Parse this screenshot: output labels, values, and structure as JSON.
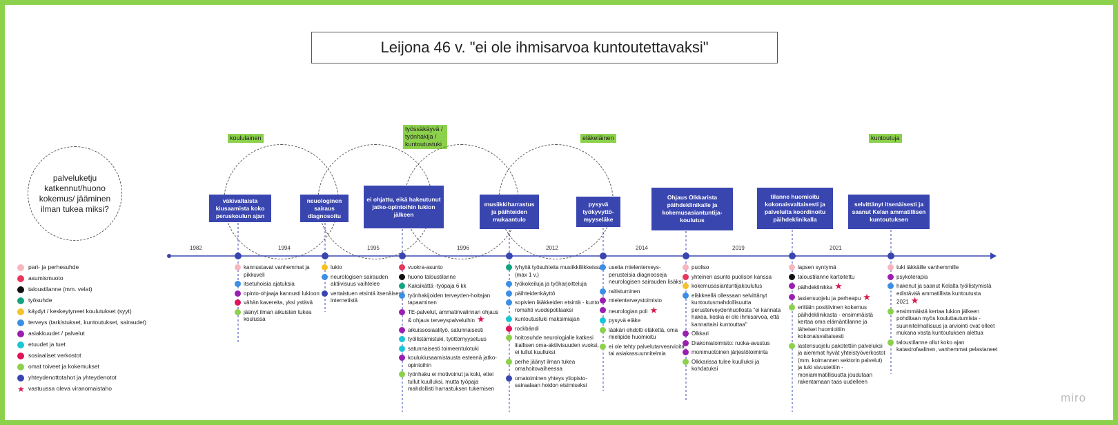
{
  "title": "Leijona 46 v. \"ei ole ihmisarvoa kuntoutettavaksi\"",
  "question_circle": "palveluketju katkennut/huono kokemus/ jääminen ilman tukea miksi?",
  "phases": [
    {
      "label": "koululainen"
    },
    {
      "label": "työssäkäyvä / työnhakija / kuntoutustuki"
    },
    {
      "label": "eläkeläinen"
    },
    {
      "label": "kuntoutuja"
    }
  ],
  "events": [
    {
      "label": "väkivaltaista kiusaamista koko peruskoulun ajan"
    },
    {
      "label": "neuologinen sairaus diagnosoitu"
    },
    {
      "label": "ei ohjattu, eikä hakeutunut jatko-opintoihin lukion jälkeen"
    },
    {
      "label": "musiikkiharrastus ja päihteiden mukaantulo"
    },
    {
      "label": "pysyvä työkyvyttö-myyseläke"
    },
    {
      "label": "Ohjaus Olkkarista päihdeklinikalle ja kokemusasiantuntija-koulutus"
    },
    {
      "label": "tilanne huomioitu kokonaisvaltaisesti ja palveluita koordinoitu päihdeklinikalla"
    },
    {
      "label": "selvittänyt itsenäisesti ja saanut Kelan ammatillisen kuntoutuksen"
    }
  ],
  "years": [
    "1982",
    "1994",
    "1995",
    "1996",
    "2012",
    "2014",
    "2019",
    "2021"
  ],
  "colors": {
    "pink": "#f7b6bd",
    "red": "#e8365d",
    "black": "#111111",
    "teal": "#12a37f",
    "yellow": "#f6c12a",
    "blue": "#3b8fe4",
    "purple": "#9a1fb0",
    "cyan": "#19c6d6",
    "crimson": "#e0145a",
    "green": "#8cd14b",
    "indigo": "#3a46b0",
    "star": "#d8194f",
    "border": "#8cd14b"
  },
  "legend": [
    {
      "label": "pari- ja perhesuhde",
      "color": "pink"
    },
    {
      "label": "asumismuoto",
      "color": "red"
    },
    {
      "label": "taloustilanne (mm. velat)",
      "color": "black"
    },
    {
      "label": "työsuhde",
      "color": "teal"
    },
    {
      "label": "käydyt / keskeytyneet koulutukset (syyt)",
      "color": "yellow"
    },
    {
      "label": "terveys (tarkistukset, kuntoutukset, sairaudet)",
      "color": "blue"
    },
    {
      "label": "asiakkuudet / palvelut",
      "color": "purple"
    },
    {
      "label": "etuudet ja tuet",
      "color": "cyan"
    },
    {
      "label": "sosiaaliset verkostot",
      "color": "crimson"
    },
    {
      "label": "omat toiveet ja kokemukset",
      "color": "green"
    },
    {
      "label": "yhteydenottotahot ja yhteydenotot",
      "color": "indigo"
    },
    {
      "label": "vastuussa oleva viranomaistaho",
      "color": "star"
    }
  ],
  "columns": [
    {
      "items": [
        {
          "text": "kannustavat vanhemmat ja pikkuveli",
          "color": "pink"
        },
        {
          "text": "itsetuhoisia ajatuksia",
          "color": "blue"
        },
        {
          "text": "opinto-ohjaaja kannusti lukioon",
          "color": "purple"
        },
        {
          "text": "vähän kavereita, yksi ystävä",
          "color": "crimson"
        },
        {
          "text": "jäänyt ilman aikuisten tukea koulussa",
          "color": "green"
        }
      ]
    },
    {
      "items": [
        {
          "text": "lukio",
          "color": "yellow"
        },
        {
          "text": "neurologisen sairauden aktiivisuus vaihtelee",
          "color": "blue"
        },
        {
          "text": "vertaistuen etsintä itsenäisesti internetistä",
          "color": "indigo"
        }
      ]
    },
    {
      "items": [
        {
          "text": "vuokra-asunto",
          "color": "red"
        },
        {
          "text": "huono taloustilanne",
          "color": "black"
        },
        {
          "text": "Kaksikättä -työpaja 6 kk",
          "color": "teal"
        },
        {
          "text": "työnhakijoiden terveyden-hoitajan tapaaminen",
          "color": "blue"
        },
        {
          "text": "TE-palvelut, ammatinvalinnan ohjaus & ohjaus terveyspalveluihin",
          "color": "purple",
          "star": true
        },
        {
          "text": "aikuissosiaalityö, satunnaisesti",
          "color": "purple"
        },
        {
          "text": "työllistämistuki, työttömyysetuus",
          "color": "cyan"
        },
        {
          "text": "satunnaisesti toimeentulotuki",
          "color": "cyan"
        },
        {
          "text": "koulukiusaamistausta esteenä jatko-opintoihin",
          "color": "purple"
        },
        {
          "text": "työnhaku ei motivoinut ja koki, ettei tullut kuulluksi, mutta työpaja mahdollisti harrastuksen tukemisen",
          "color": "green"
        }
      ]
    },
    {
      "items": [
        {
          "text": "lyhyitä työsuhteita musiikkiliikkeissä (max 1 v.)",
          "color": "teal"
        },
        {
          "text": "työkokeiluja ja työharjoitteluja",
          "color": "blue"
        },
        {
          "text": "päihteidenkäyttö",
          "color": "blue"
        },
        {
          "text": "sopivien lääkkeiden etsintä - kunto romahti vuodepotilaaksi",
          "color": "blue"
        },
        {
          "text": "kuntoutustuki maksimiajan",
          "color": "cyan"
        },
        {
          "text": "rockbändi",
          "color": "crimson"
        },
        {
          "text": "hoitosuhde neurologialle katkesi liiallisen oma-aktiivisuuden vuoksi, ei tullut kuulluksi",
          "color": "green"
        },
        {
          "text": "perhe jäänyt ilman tukea omahoitovaiheessa",
          "color": "green"
        },
        {
          "text": "omatoiminen yhteys yliopisto-sairaalaan hoidon etsimiseksi",
          "color": "indigo"
        }
      ]
    },
    {
      "items": [
        {
          "text": "useita mielenterveys-perusteisia diagnooseja neurologisen sairauden lisäksi",
          "color": "blue"
        },
        {
          "text": "raitistuminen",
          "color": "blue"
        },
        {
          "text": "mielenterveystoimisto",
          "color": "purple"
        },
        {
          "text": "neurologian poli",
          "color": "purple",
          "star": true
        },
        {
          "text": "pysyvä eläke",
          "color": "cyan"
        },
        {
          "text": "lääkäri ehdotti eläkettä, oma mielipide huomioitu",
          "color": "green"
        },
        {
          "text": "ei ole tehty palvelutarvearvioita tai asiakassuunnitelmia",
          "color": "green"
        }
      ]
    },
    {
      "items": [
        {
          "text": "puoliso",
          "color": "pink"
        },
        {
          "text": "yhteinen asunto puolison kanssa",
          "color": "red"
        },
        {
          "text": "kokemusasiantuntijakoulutus",
          "color": "yellow"
        },
        {
          "text": "eläkkeellä ollessaan selvittänyt kuntoutusmahdollisuutta perusterveydenhuollosta \"ei kannata hakea, koska ei ole ihmisarvoa, että kannattaisi kuntouttaa\"",
          "color": "blue"
        },
        {
          "text": "Olkkari",
          "color": "purple"
        },
        {
          "text": "Diakoniatoimisto: ruoka-avustus",
          "color": "purple"
        },
        {
          "text": "monimuotoinen järjestötoiminta",
          "color": "purple"
        },
        {
          "text": "Olkkarissa tulee kuulluksi ja kohdatuksi",
          "color": "green"
        }
      ]
    },
    {
      "items": [
        {
          "text": "lapsen syntymä",
          "color": "pink"
        },
        {
          "text": "taloustilanne kartoitettu",
          "color": "black"
        },
        {
          "text": "päihdeklinikka",
          "color": "purple",
          "star": true
        },
        {
          "text": "lastensuojelu ja perheapu",
          "color": "purple",
          "star": true
        },
        {
          "text": "erittäin positiivinen kokemus päihdeklinikasta - ensimmäistä kertaa oma elämäntilanne ja läheiset huomioitiin kokonaisvaltaisesti",
          "color": "green"
        },
        {
          "text": "lastensuojelu pakotettiin palveluksi ja aiemmat hyvät yhteistyöverkostot (mm. kolmannen sektorin palvelut) ja tuki sivuutettiin - moniammatillisuutta joudutaan rakentamaan taas uudelleen",
          "color": "green"
        }
      ]
    },
    {
      "items": [
        {
          "text": "tuki iäkkäille vanhemmille",
          "color": "pink"
        },
        {
          "text": "psykoterapia",
          "color": "purple"
        },
        {
          "text": "hakenut ja saanut Kelalta työllistymistä edistävää ammatillista kuntoutusta 2021",
          "color": "blue",
          "star": true
        },
        {
          "text": "ensimmäistä kertaa lukion jälkeen pohditaan myös kouluttautumista - suunnitelmallisuus ja arviointi ovat olleet mukana vasta kuntoutuksen alettua",
          "color": "green"
        },
        {
          "text": "taloustilanne ollut koko ajan katastrofaalinen, vanhemmat pelastaneet",
          "color": "green"
        }
      ]
    }
  ],
  "watermark": "miro"
}
